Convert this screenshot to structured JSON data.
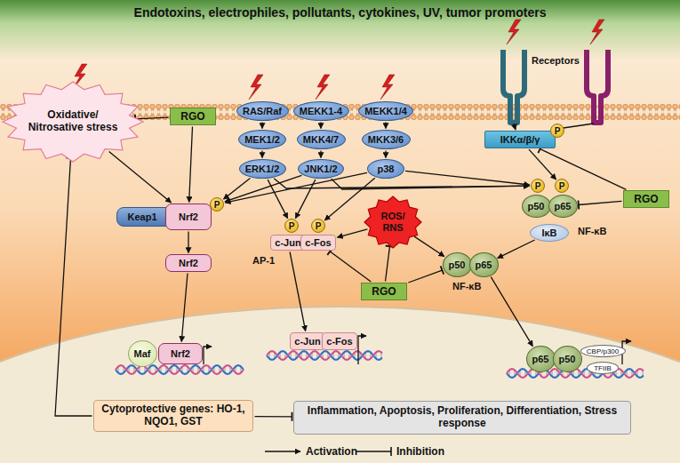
{
  "diagram": {
    "title": "Endotoxins, electrophiles, pollutants, cytokines, UV, tumor promoters",
    "nodes": [
      {
        "text": [
          "Oxidative/ Nitrosative stress"
        ]
      },
      {
        "text": [
          "RGO"
        ]
      },
      {
        "text": [
          "RAS/Raf"
        ]
      },
      {
        "text": [
          "MEKK1-4"
        ]
      },
      {
        "text": [
          "MEKK1/4"
        ]
      },
      {
        "text": [
          "MEK1/2"
        ]
      },
      {
        "text": [
          "MKK4/7"
        ]
      },
      {
        "text": [
          "MKK3/6"
        ]
      },
      {
        "text": [
          "ERK1/2"
        ]
      },
      {
        "text": [
          "JNK1/2"
        ]
      },
      {
        "text": [
          "p38"
        ]
      },
      {
        "text": [
          "IKKα/β/γ"
        ]
      },
      {
        "text": [
          "P"
        ]
      },
      {
        "text": [
          "P"
        ]
      },
      {
        "text": [
          "P"
        ]
      },
      {
        "text": [
          "p50"
        ]
      },
      {
        "text": [
          "p65"
        ]
      },
      {
        "text": [
          "IκB"
        ]
      },
      {
        "text": [
          "RGO"
        ]
      },
      {
        "text": [
          "Keap1"
        ]
      },
      {
        "text": [
          "Nrf2"
        ]
      },
      {
        "text": [
          "P"
        ]
      },
      {
        "text": [
          "P"
        ]
      },
      {
        "text": [
          "P"
        ]
      },
      {
        "text": [
          "c-Jun"
        ]
      },
      {
        "text": [
          "c-Fos"
        ]
      },
      {
        "text": [
          "ROS/ RNS"
        ]
      },
      {
        "text": [
          "RGO"
        ]
      },
      {
        "text": [
          "p50"
        ]
      },
      {
        "text": [
          "p65"
        ]
      },
      {
        "text": [
          "Nrf2"
        ]
      },
      {
        "text": [
          "Maf"
        ]
      },
      {
        "text": [
          "Nrf2"
        ]
      },
      {
        "text": [
          "c-Jun"
        ]
      },
      {
        "text": [
          "c-Fos"
        ]
      },
      {
        "text": [
          "p65"
        ]
      },
      {
        "text": [
          "p50"
        ]
      },
      {
        "text": [
          "CBP/p300"
        ]
      },
      {
        "text": [
          "TFIIB"
        ]
      },
      {
        "text": [
          "Cytoprotective genes: HO-1, NQO1, GST"
        ]
      },
      {
        "text": [
          "Inflammation, Apoptosis, Proliferation, Differentiation, Stress response"
        ]
      }
    ],
    "edges": [
      {
        "from": 0,
        "to": 20,
        "arrow": "to"
      },
      {
        "from": 1,
        "to": 0,
        "arrow": "to"
      },
      {
        "from": 1,
        "to": 20,
        "arrow": "to"
      },
      {
        "from": 2,
        "to": 5,
        "arrow": "to"
      },
      {
        "from": 5,
        "to": 8,
        "arrow": "to"
      },
      {
        "from": 3,
        "to": 6,
        "arrow": "to"
      },
      {
        "from": 6,
        "to": 9,
        "arrow": "to"
      },
      {
        "from": 4,
        "to": 7,
        "arrow": "to"
      },
      {
        "from": 7,
        "to": 10,
        "arrow": "to"
      },
      {
        "from": 8,
        "to": 21,
        "arrow": "to"
      },
      {
        "from": 9,
        "to": 21,
        "arrow": "to"
      },
      {
        "from": 10,
        "to": 21,
        "arrow": "to"
      },
      {
        "from": 8,
        "to": 22,
        "arrow": "to"
      },
      {
        "from": 9,
        "to": 22,
        "arrow": "to"
      },
      {
        "from": 10,
        "to": 23,
        "arrow": "to"
      },
      {
        "from": 8,
        "to": 13,
        "arrow": "to"
      },
      {
        "from": 9,
        "to": 13,
        "arrow": "to"
      },
      {
        "from": 10,
        "to": 13,
        "arrow": "to"
      },
      {
        "from": 11,
        "to": 14,
        "arrow": "to"
      },
      {
        "from": 18,
        "to": 11,
        "arrow": "to"
      },
      {
        "from": 18,
        "to": 16,
        "arrow": "to"
      },
      {
        "from": 26,
        "to": 25,
        "arrow": "to"
      },
      {
        "from": 26,
        "to": 28,
        "arrow": "to"
      },
      {
        "from": 27,
        "to": 26,
        "arrow": "to"
      },
      {
        "from": 27,
        "to": 25,
        "arrow": "to"
      },
      {
        "from": 27,
        "to": 28,
        "arrow": "to"
      },
      {
        "from": 17,
        "to": 29,
        "arrow": "to"
      },
      {
        "from": 20,
        "to": 30,
        "arrow": "to"
      },
      {
        "from": 30,
        "to": 32,
        "arrow": "to"
      },
      {
        "from": 24,
        "to": 33,
        "arrow": "to"
      },
      {
        "from": 29,
        "to": 35,
        "arrow": "to"
      },
      {
        "from": 39,
        "to": 0,
        "arrow": "to"
      },
      {
        "from": 39,
        "to": 40,
        "arrow": "to"
      }
    ],
    "labels": [
      "Receptors",
      "NF-κB",
      "AP-1",
      "NF-κB"
    ],
    "legend": [
      {
        "text": "Activation"
      },
      {
        "text": "Inhibition"
      }
    ]
  }
}
